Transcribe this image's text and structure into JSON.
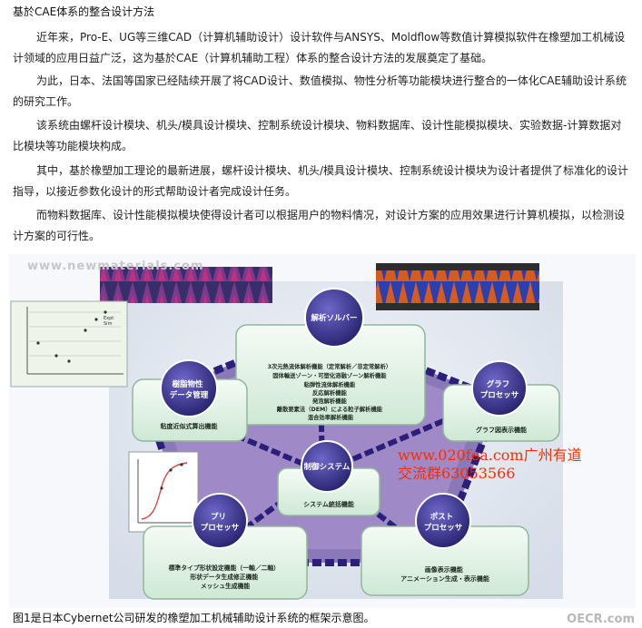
{
  "article": {
    "title": "基於CAE体系的整合设计方法",
    "paragraphs": [
      "近年来，Pro-E、UG等三维CAD（计算机辅助设计）设计软件与ANSYS、Moldflow等数值计算模拟软件在橡塑加工机械设计领域的应用日益广泛，这为基於CAE（计算机辅助工程）体系的整合设计方法的发展奠定了基础。",
      "为此，日本、法国等国家已经陆续开展了将CAD设计、数值模拟、物性分析等功能模块进行整合的一体化CAE辅助设计系统的研究工作。",
      "该系统由螺杆设计模块、机头/模具设计模块、控制系统设计模块、物料数据库、设计性能模拟模块、实验数据-计算数据对比模块等功能模块构成。",
      "其中，基於橡塑加工理论的最新进展，螺杆设计模块、机头/模具设计模块、控制系统设计模块为设计者提供了标准化的设计指导，以接近参数化设计的形式帮助设计者完成设计任务。",
      "而物料数据库、设计性能模拟模块使得设计者可以根据用户的物料情况，对设计方案的应用效果进行计算机模拟，以检测设计方案的可行性。"
    ],
    "caption": "图1是日本Cybernet公司研发的橡塑加工机械辅助设计系统的框架示意图。"
  },
  "watermarks": {
    "top": "www.newmaterials.com",
    "overlay_line1": "www.020fea.com广州有道",
    "overlay_line2": "交流群63053566",
    "bottom": "OECR.com"
  },
  "diagram": {
    "modules": {
      "analysis": {
        "circle": "解析ソルバー",
        "lines": [
          "3次元熱流体解析機能（定常解析／非定常解析）",
          "固体輸送ゾーン・可塑化溶融ゾーン解析機能",
          "粘弾性流体解析機能",
          "反応解析機能",
          "発泡解析機能",
          "離散要素法（DEM）による粒子解析機能",
          "混合効率解析機能"
        ]
      },
      "material": {
        "circle": [
          "樹脂物性",
          "データ管理"
        ],
        "lines": [
          "粘度近似式算出機能"
        ]
      },
      "graph": {
        "circle": [
          "グラフ",
          "プロセッサ"
        ],
        "lines": [
          "グラフ図表示機能"
        ]
      },
      "control": {
        "circle": "制御システム",
        "lines": [
          "システム統括機能"
        ]
      },
      "pre": {
        "circle": [
          "プリ",
          "プロセッサ"
        ],
        "lines": [
          "標準タイプ形状設定機能（一軸／二軸）",
          "形状データ生成修正機能",
          "メッシュ生成機能"
        ]
      },
      "post": {
        "circle": [
          "ポスト",
          "プロセッサ"
        ],
        "lines": [
          "画像表示機能",
          "アニメーション生成・表示機能"
        ]
      }
    },
    "chart_legend": [
      "Expt",
      "Sim"
    ]
  }
}
